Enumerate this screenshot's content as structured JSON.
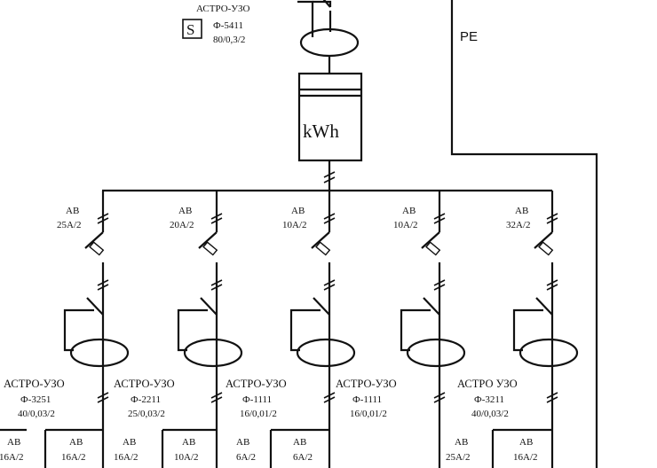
{
  "main_rcd": {
    "name": "АСТРО-УЗО",
    "badge": "S",
    "model": "Ф-5411",
    "rating": "80/0,3/2"
  },
  "meter": {
    "label": "kWh"
  },
  "pe_label": "PE",
  "breakers": [
    {
      "line1": "АВ",
      "line2": "25А/2"
    },
    {
      "line1": "АВ",
      "line2": "20А/2"
    },
    {
      "line1": "АВ",
      "line2": "10А/2"
    },
    {
      "line1": "АВ",
      "line2": "10А/2"
    },
    {
      "line1": "АВ",
      "line2": "32А/2"
    }
  ],
  "rcds": [
    {
      "name": "АСТРО-УЗО",
      "model": "Ф-3251",
      "rating": "40/0,03/2"
    },
    {
      "name": "АСТРО-УЗО",
      "model": "Ф-2211",
      "rating": "25/0,03/2"
    },
    {
      "name": "АСТРО-УЗО",
      "model": "Ф-1111",
      "rating": "16/0,01/2"
    },
    {
      "name": "АСТРО-УЗО",
      "model": "Ф-1111",
      "rating": "16/0,01/2"
    },
    {
      "name": "АСТРО УЗО",
      "model": "Ф-3211",
      "rating": "40/0,03/2"
    }
  ],
  "bottom_breakers": [
    {
      "line1": "АВ",
      "line2": "16А/2"
    },
    {
      "line1": "АВ",
      "line2": "16А/2"
    },
    {
      "line1": "АВ",
      "line2": "16А/2"
    },
    {
      "line1": "АВ",
      "line2": "10А/2"
    },
    {
      "line1": "АВ",
      "line2": "6А/2"
    },
    {
      "line1": "АВ",
      "line2": "6А/2"
    },
    {
      "line1": "АВ",
      "line2": "25А/2"
    },
    {
      "line1": "АВ",
      "line2": "16А/2"
    }
  ]
}
